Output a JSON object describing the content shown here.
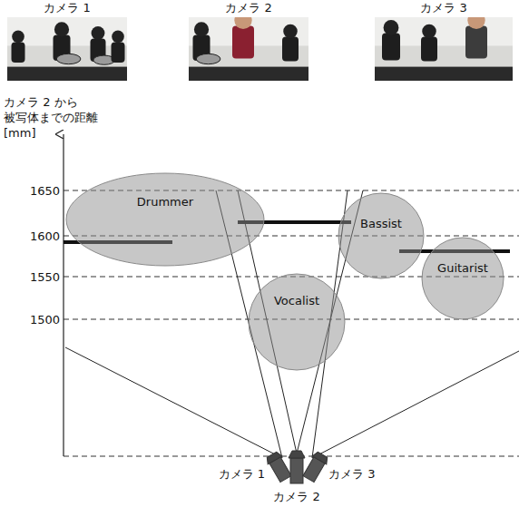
{
  "diagram": {
    "nodes": [
      {
        "text": [
          "カメラ 1"
        ]
      },
      {
        "text": [
          "カメラ 2"
        ]
      },
      {
        "text": [
          "カメラ 3"
        ]
      },
      {
        "text": [
          "Drummer"
        ]
      },
      {
        "text": [
          "Vocalist"
        ]
      },
      {
        "text": [
          "Bassist"
        ]
      },
      {
        "text": [
          "Guitarist"
        ]
      }
    ],
    "labels": [
      "カメラ 2 から 被写体までの距離 [mm]",
      "1650",
      "1600",
      "1550",
      "1500",
      "カメラ 1",
      "カメラ 2",
      "カメラ 3"
    ]
  }
}
